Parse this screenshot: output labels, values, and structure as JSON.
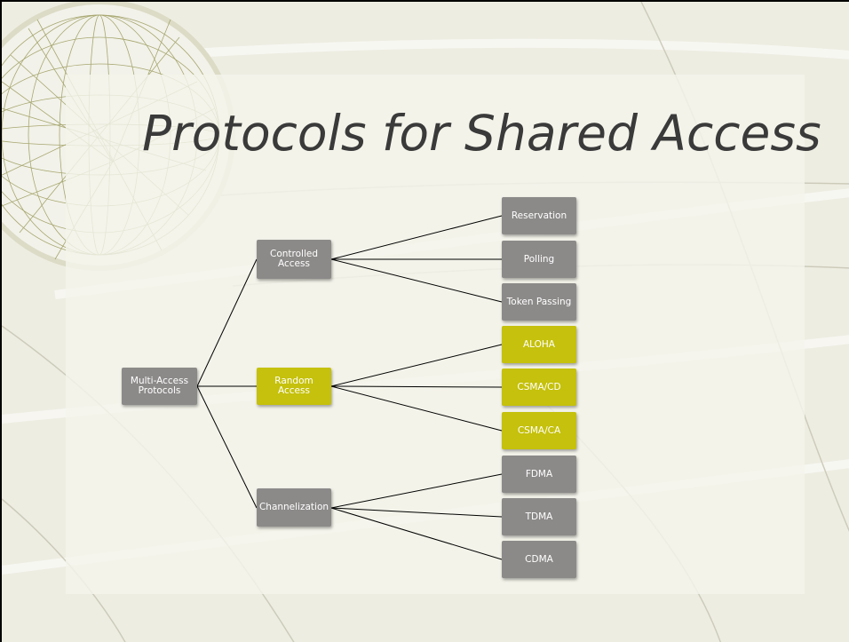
{
  "slide": {
    "title": "Protocols for Shared Access"
  },
  "colors": {
    "node_gray": "#8c8a89",
    "node_highlight": "#c5c10c",
    "text": "#3a3a3a",
    "connector": "#000000"
  },
  "tree": {
    "root": {
      "label": "Multi-Access\nProtocols"
    },
    "controlled": {
      "label": "Controlled\nAccess",
      "children": [
        "Reservation",
        "Polling",
        "Token Passing"
      ]
    },
    "random": {
      "label": "Random Access",
      "children": [
        "ALOHA",
        "CSMA/CD",
        "CSMA/CA"
      ]
    },
    "channelization": {
      "label": "Channelization",
      "children": [
        "FDMA",
        "TDMA",
        "CDMA"
      ]
    }
  }
}
